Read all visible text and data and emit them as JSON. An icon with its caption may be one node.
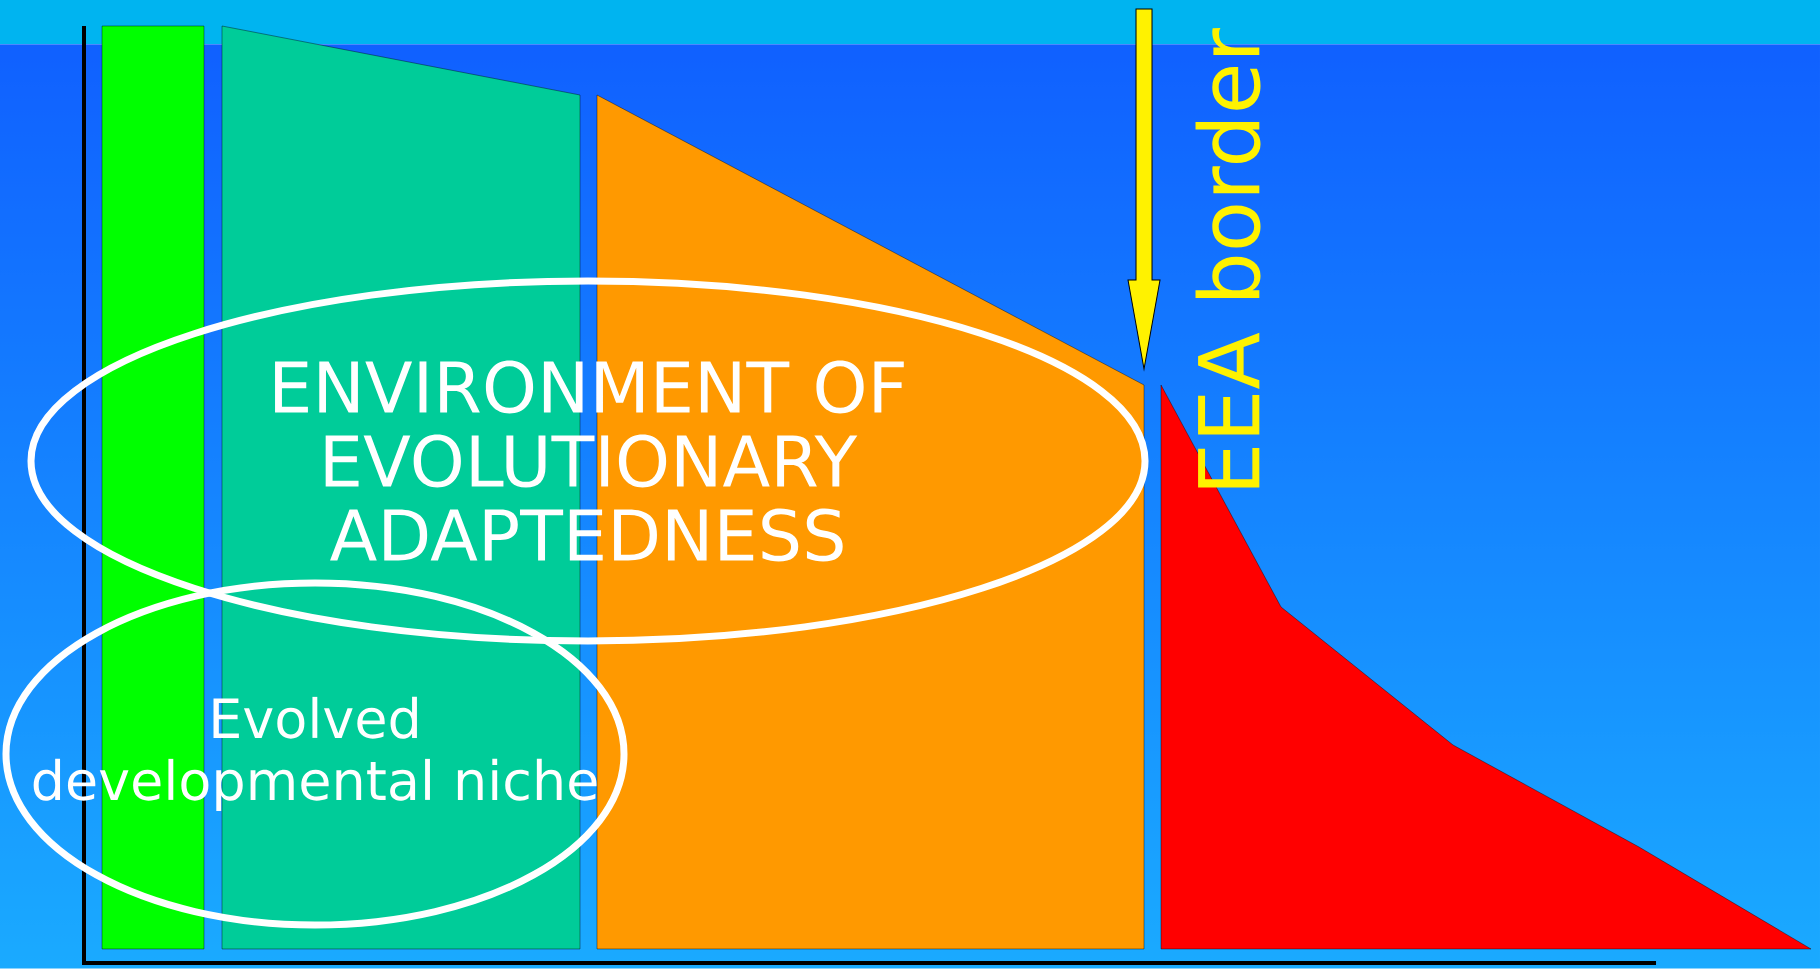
{
  "diagram": {
    "nodes": [
      {
        "text": [
          "ENVIRONMENT OF EVOLUTIONARY ADAPTEDNESS"
        ]
      },
      {
        "text": [
          "Evolved developmental niche"
        ]
      }
    ],
    "labels": [
      "EEA border"
    ]
  }
}
